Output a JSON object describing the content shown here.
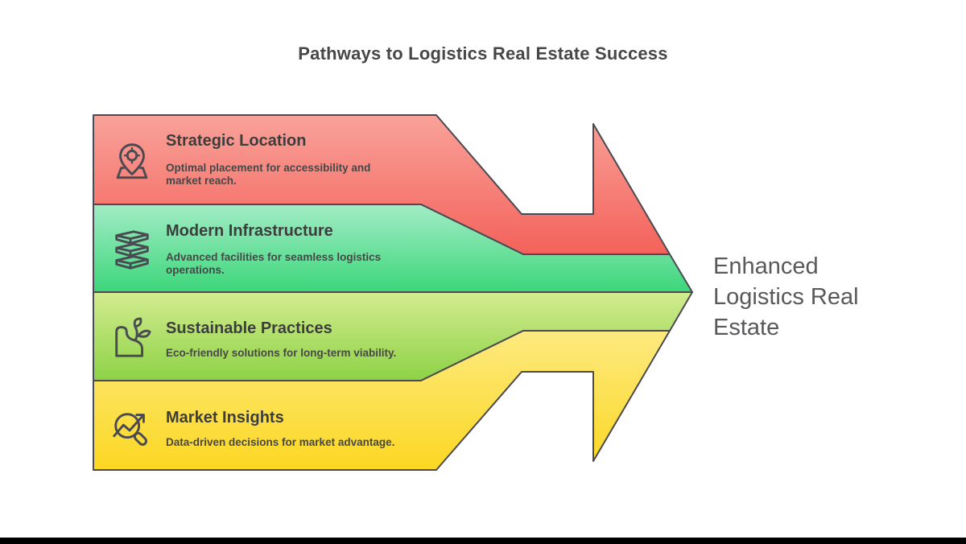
{
  "title": "Pathways to Logistics Real Estate Success",
  "result": {
    "label": "Enhanced Logistics Real Estate"
  },
  "bands": [
    {
      "heading": "Strategic Location",
      "description": "Optimal placement for accessibility and market reach.",
      "icon": "location-pin-icon",
      "color_top": "#F9A29A",
      "color_bottom": "#F3625A"
    },
    {
      "heading": "Modern Infrastructure",
      "description": "Advanced facilities for seamless logistics operations.",
      "icon": "building-layers-icon",
      "color_top": "#A2ECC5",
      "color_bottom": "#3DD67B"
    },
    {
      "heading": "Sustainable Practices",
      "description": "Eco-friendly solutions for long-term viability.",
      "icon": "leaf-sprout-icon",
      "color_top": "#D3EC90",
      "color_bottom": "#8DD246"
    },
    {
      "heading": "Market Insights",
      "description": "Data-driven decisions for market advantage.",
      "icon": "trend-magnifier-icon",
      "color_top": "#FDEA80",
      "color_bottom": "#FCD722"
    }
  ],
  "colors": {
    "outline": "#4A4A52",
    "title_text": "#474747",
    "heading_text": "#3D3D3D",
    "description_text": "#474747",
    "result_text": "#58595B",
    "bottom_bar": "#000000"
  }
}
